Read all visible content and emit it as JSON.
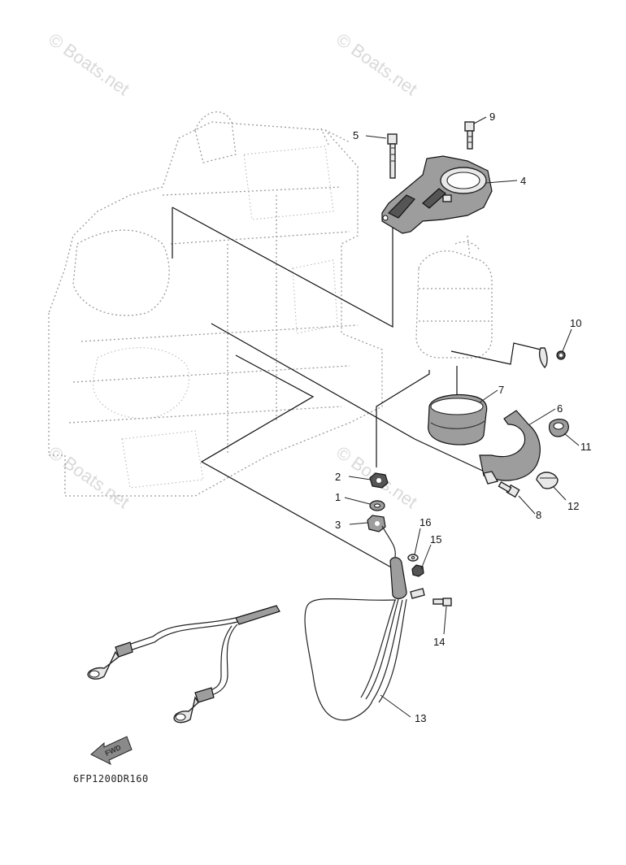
{
  "watermark": "© Boats.net",
  "diagram_code": "6FP1200DR160",
  "direction_label": "FWD",
  "callouts": [
    {
      "id": "1",
      "label": "1"
    },
    {
      "id": "2",
      "label": "2"
    },
    {
      "id": "3",
      "label": "3"
    },
    {
      "id": "4",
      "label": "4"
    },
    {
      "id": "5",
      "label": "5"
    },
    {
      "id": "6",
      "label": "6"
    },
    {
      "id": "7",
      "label": "7"
    },
    {
      "id": "8",
      "label": "8"
    },
    {
      "id": "9",
      "label": "9"
    },
    {
      "id": "10",
      "label": "10"
    },
    {
      "id": "11",
      "label": "11"
    },
    {
      "id": "12",
      "label": "12"
    },
    {
      "id": "13",
      "label": "13"
    },
    {
      "id": "14",
      "label": "14"
    },
    {
      "id": "15",
      "label": "15"
    },
    {
      "id": "16",
      "label": "16"
    }
  ]
}
